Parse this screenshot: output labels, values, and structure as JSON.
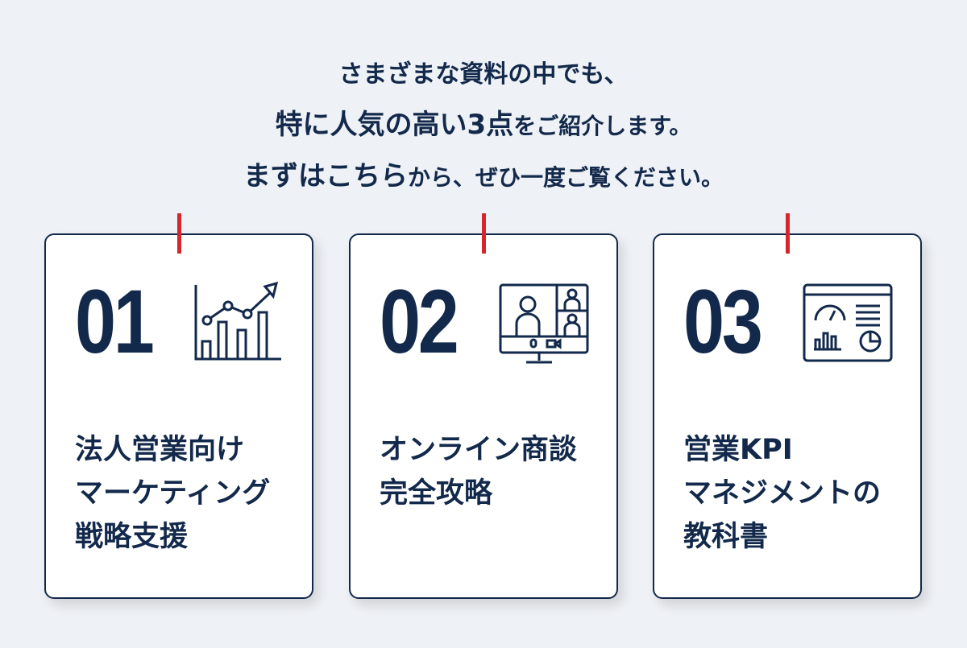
{
  "heading": {
    "line1": "さまざまな資料の中でも、",
    "line2_strong": "特に人気の高い3点",
    "line2_rest": "をご紹介します。",
    "line3_strong": "まずはこちら",
    "line3_rest": "から、ぜひ一度ご覧ください。"
  },
  "cards": [
    {
      "number": "01",
      "icon": "growth-chart-icon",
      "title": "法人営業向け\nマーケティング\n戦略支援"
    },
    {
      "number": "02",
      "icon": "video-conference-icon",
      "title": "オンライン商談\n完全攻略"
    },
    {
      "number": "03",
      "icon": "dashboard-icon",
      "title": "営業KPI\nマネジメントの\n教科書"
    }
  ],
  "colors": {
    "navy": "#13294b",
    "accent": "#d7252d",
    "background": "#eef1f5"
  }
}
